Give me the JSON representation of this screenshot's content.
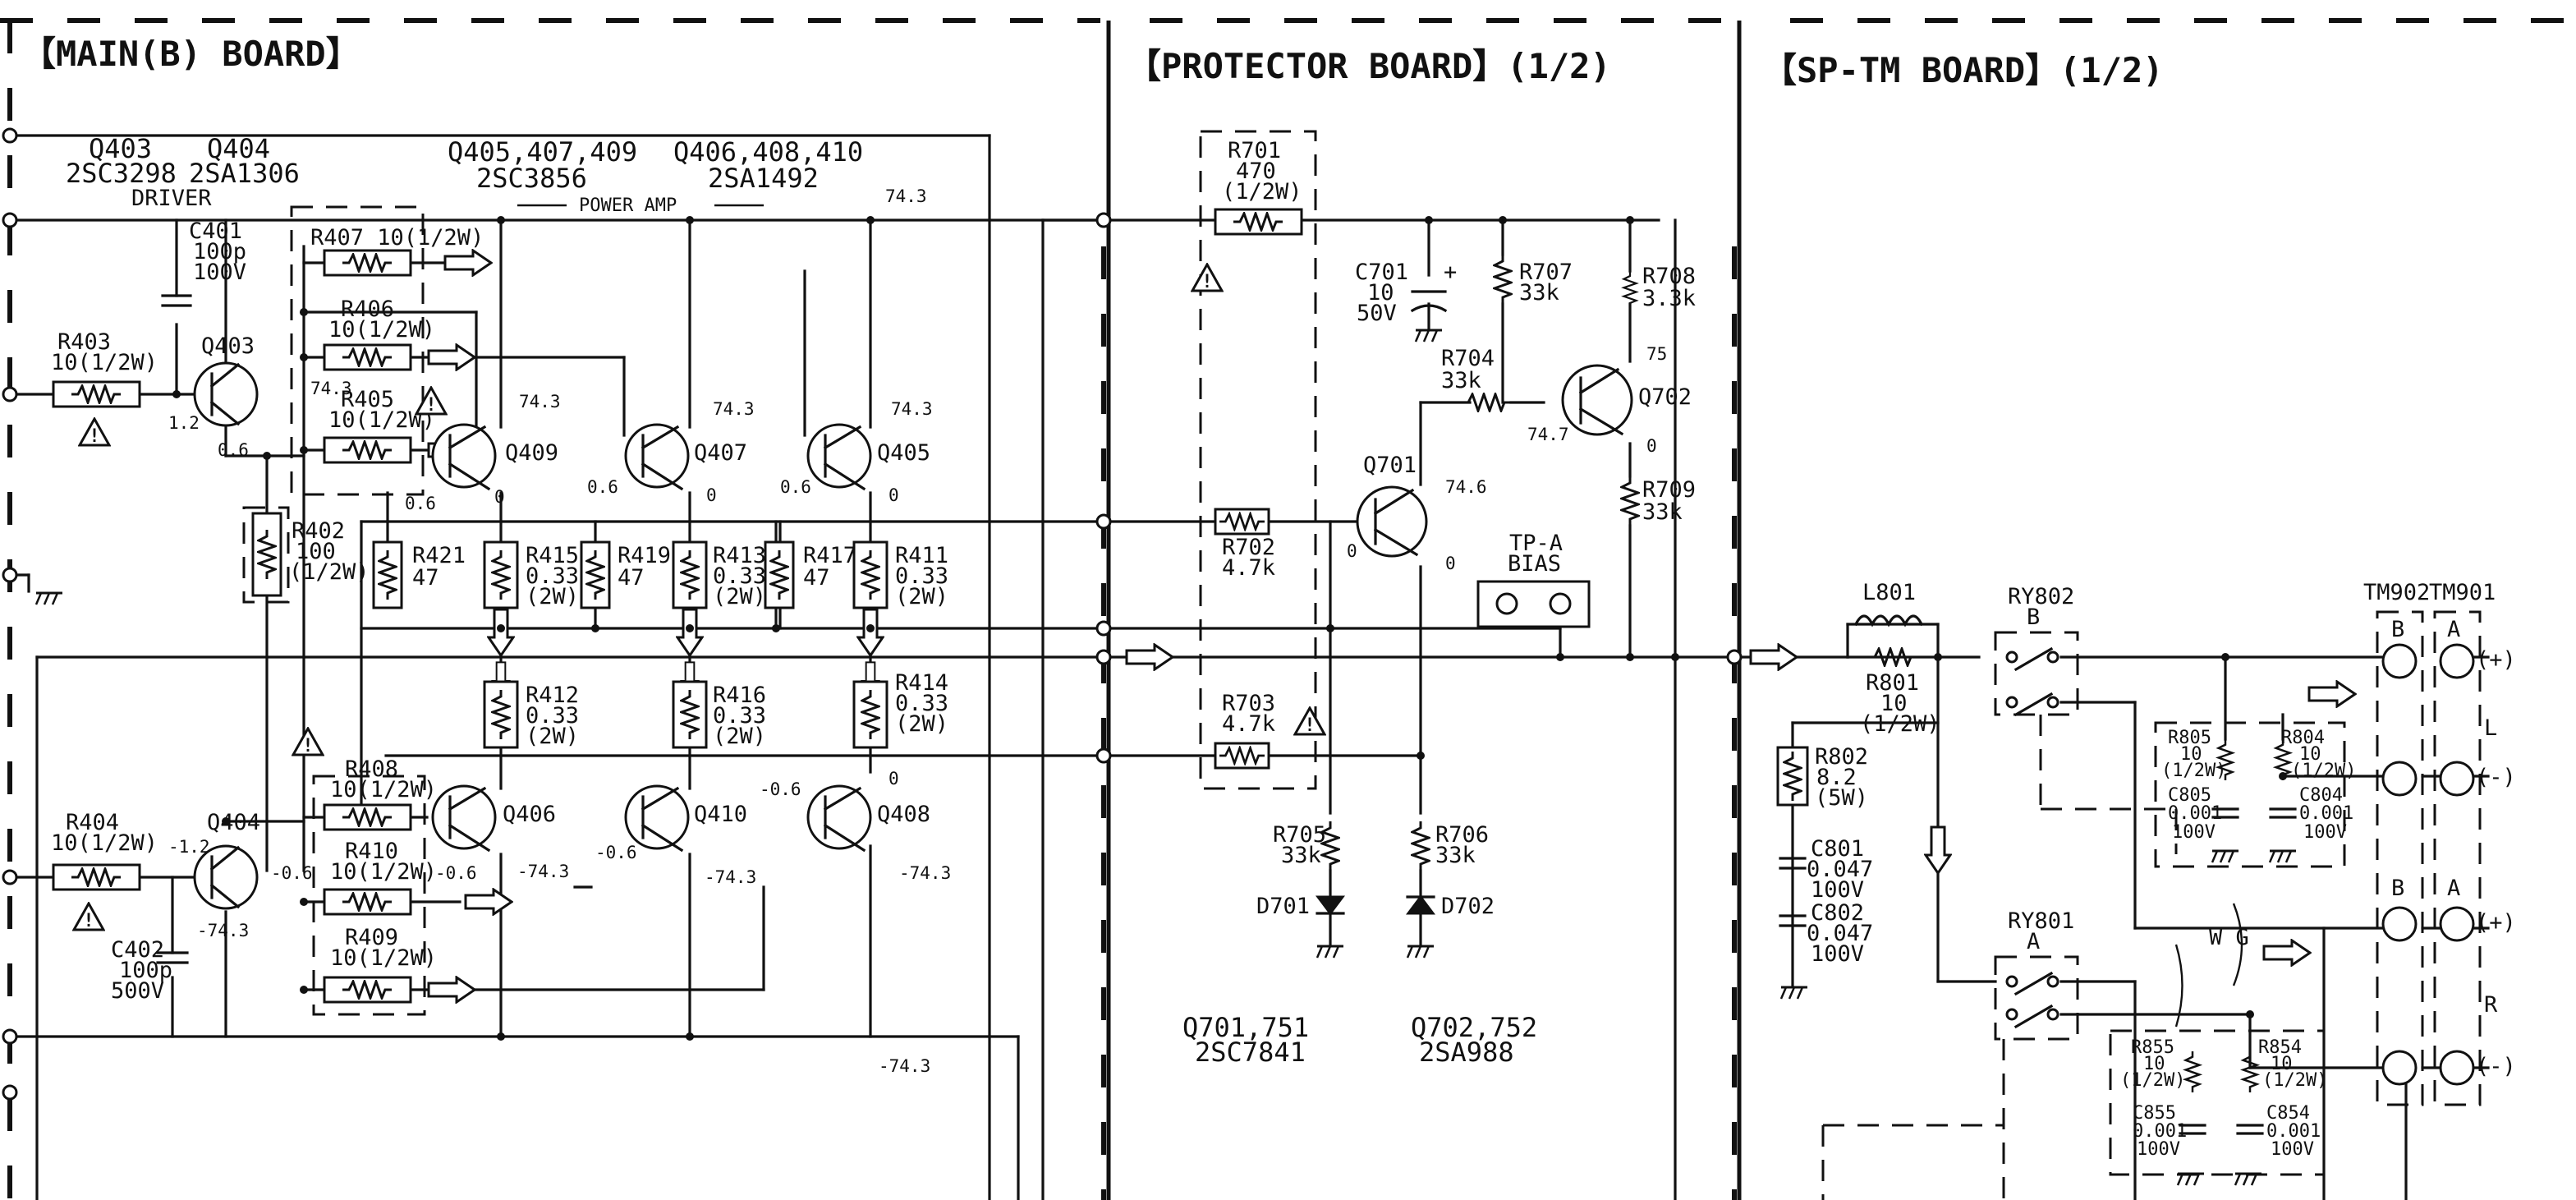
{
  "boards": {
    "main": "【MAIN(B) BOARD】",
    "protector": "【PROTECTOR BOARD】(1/2)",
    "sptm": "【SP-TM BOARD】(1/2)"
  },
  "headers": {
    "q403": "Q403",
    "q404": "Q404",
    "q403_type": "2SC3298",
    "q404_type": "2SA1306",
    "driver": "DRIVER",
    "q405_group": "Q405,407,409",
    "q405_type": "2SC3856",
    "q406_group": "Q406,408,410",
    "q406_type": "2SA1492",
    "power_amp": "POWER AMP"
  },
  "main": {
    "c401": [
      "C401",
      "100p",
      "100V"
    ],
    "r403": [
      "R403",
      "10(1/2W)"
    ],
    "r404": [
      "R404",
      "10(1/2W)"
    ],
    "c402": [
      "C402",
      "100p",
      "500V"
    ],
    "r402": [
      "R402",
      "100",
      "(1/2W)"
    ],
    "r407": [
      "R407 10(1/2W)"
    ],
    "r406": [
      "R406",
      "10(1/2W)"
    ],
    "r405": [
      "R405",
      "10(1/2W)"
    ],
    "r408": [
      "R408",
      "10(1/2W)"
    ],
    "r410": [
      "R410",
      "10(1/2W)"
    ],
    "r409": [
      "R409",
      "10(1/2W)"
    ],
    "r421": [
      "R421",
      "47"
    ],
    "r419": [
      "R419",
      "47"
    ],
    "r417": [
      "R417",
      "47"
    ],
    "r415": [
      "R415",
      "0.33",
      "(2W)"
    ],
    "r413": [
      "R413",
      "0.33",
      "(2W)"
    ],
    "r411": [
      "R411",
      "0.33",
      "(2W)"
    ],
    "r412": [
      "R412",
      "0.33",
      "(2W)"
    ],
    "r416": [
      "R416",
      "0.33",
      "(2W)"
    ],
    "r414": [
      "R414",
      "0.33",
      "(2W)"
    ],
    "q403_label": "Q403",
    "q404_label": "Q404",
    "q409": "Q409",
    "q407": "Q407",
    "q405": "Q405",
    "q406": "Q406",
    "q410": "Q410",
    "q408": "Q408"
  },
  "voltages": {
    "v74_3": "74.3",
    "v1_2": "1.2",
    "v0_6": "0.6",
    "vm1_2": "-1.2",
    "vm74_3": "-74.3",
    "vm0_6": "-0.6",
    "v0": "0"
  },
  "protector": {
    "r701": [
      "R701",
      "470",
      "(1/2W)"
    ],
    "r702": [
      "R702",
      "4.7k"
    ],
    "r703": [
      "R703",
      "4.7k"
    ],
    "c701": [
      "C701",
      "10",
      "50V"
    ],
    "r707": [
      "R707",
      "33k"
    ],
    "r708": [
      "R708",
      "3.3k"
    ],
    "r704": [
      "R704",
      "33k"
    ],
    "r709": [
      "R709",
      "33k"
    ],
    "r705": [
      "R705",
      "33k"
    ],
    "r706": [
      "R706",
      "33k"
    ],
    "q701": "Q701",
    "q702": "Q702",
    "d701": "D701",
    "d702": "D702",
    "tp_a": "TP-A",
    "bias": "BIAS",
    "v75": "75",
    "v74_7": "74.7",
    "v74_6": "74.6",
    "v0": "0",
    "q701_751": "Q701,751",
    "q701_type": "2SC7841",
    "q702_752": "Q702,752",
    "q702_type": "2SA988"
  },
  "sptm": {
    "l801": "L801",
    "r801": [
      "R801",
      "10",
      "(1/2W)"
    ],
    "r802": [
      "R802",
      "8.2",
      "(5W)"
    ],
    "c801": [
      "C801",
      "0.047",
      "100V"
    ],
    "c802": [
      "C802",
      "0.047",
      "100V"
    ],
    "ry802": [
      "RY802",
      "B"
    ],
    "ry801": [
      "RY801",
      "A"
    ],
    "r805": [
      "R805",
      "10",
      "(1/2W)"
    ],
    "r804": [
      "R804",
      "10",
      "(1/2W)"
    ],
    "c805": [
      "C805",
      "0.001",
      "100V"
    ],
    "c804": [
      "C804",
      "0.001",
      "100V"
    ],
    "r855": [
      "R855",
      "10",
      "(1/2W)"
    ],
    "r854": [
      "R854",
      "10",
      "(1/2W)"
    ],
    "c855": [
      "C855",
      "0.001",
      "100V"
    ],
    "c854": [
      "C854",
      "0.001",
      "100V"
    ],
    "tm902": "TM902",
    "tm901": "TM901",
    "b": "B",
    "a": "A",
    "plus": "(+)",
    "minus": "(-)",
    "l": "L",
    "r": "R",
    "wg": "W G"
  }
}
